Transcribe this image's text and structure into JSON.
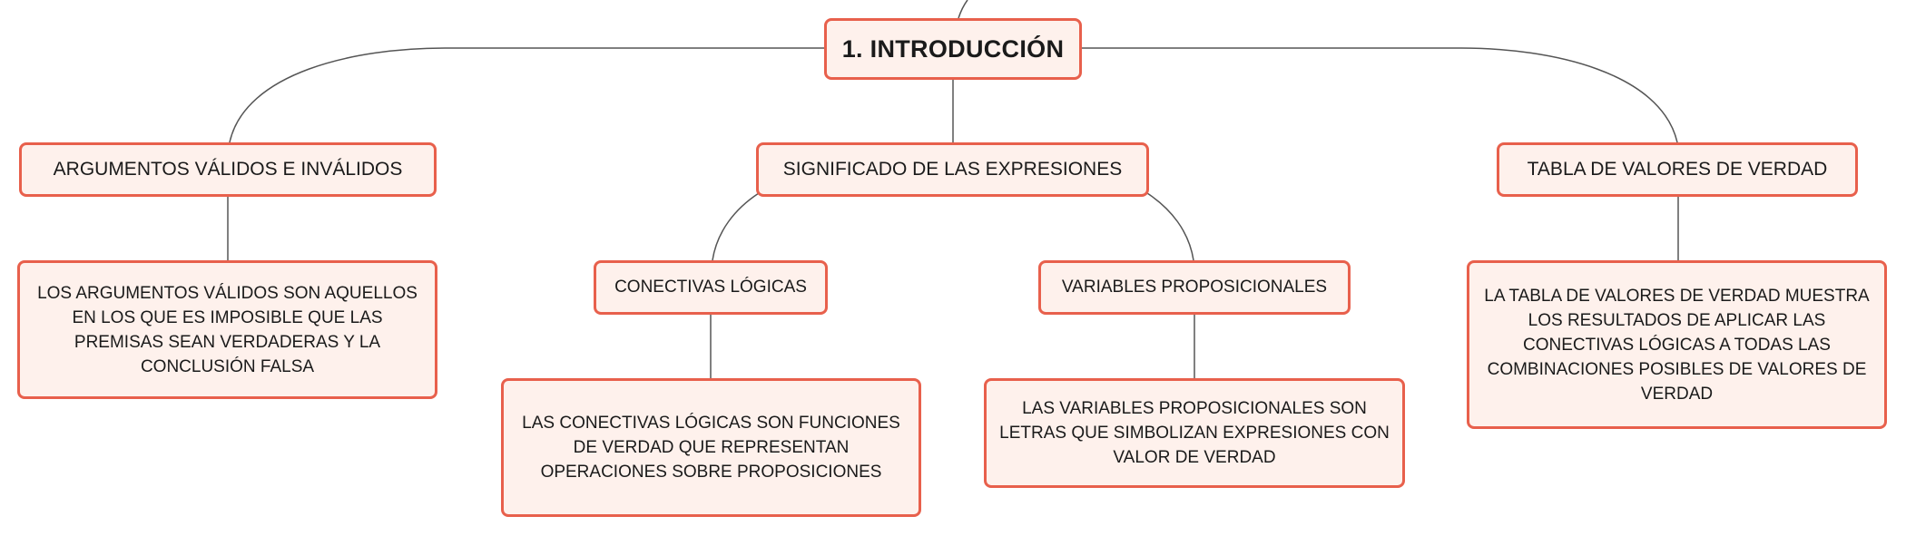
{
  "root": {
    "title": "1. INTRODUCCIÓN"
  },
  "branches": {
    "argumentos": {
      "title": "ARGUMENTOS VÁLIDOS E INVÁLIDOS",
      "description": "LOS ARGUMENTOS VÁLIDOS SON AQUELLOS EN LOS QUE ES IMPOSIBLE QUE LAS PREMISAS SEAN VERDADERAS Y LA CONCLUSIÓN FALSA"
    },
    "significado": {
      "title": "SIGNIFICADO DE LAS EXPRESIONES",
      "children": {
        "conectivas": {
          "title": "CONECTIVAS LÓGICAS",
          "description": "LAS CONECTIVAS LÓGICAS SON FUNCIONES DE VERDAD QUE REPRESENTAN OPERACIONES SOBRE PROPOSICIONES"
        },
        "variables": {
          "title": "VARIABLES PROPOSICIONALES",
          "description": "LAS VARIABLES PROPOSICIONALES SON LETRAS QUE SIMBOLIZAN EXPRESIONES CON VALOR DE VERDAD"
        }
      }
    },
    "tabla": {
      "title": "TABLA DE VALORES DE VERDAD",
      "description": "LA TABLA DE VALORES DE VERDAD MUESTRA LOS RESULTADOS DE APLICAR LAS CONECTIVAS LÓGICAS A TODAS LAS COMBINACIONES POSIBLES DE VALORES DE VERDAD"
    }
  },
  "colors": {
    "node_border": "#e8604c",
    "node_fill": "#fef1ec",
    "connector": "#555555"
  }
}
